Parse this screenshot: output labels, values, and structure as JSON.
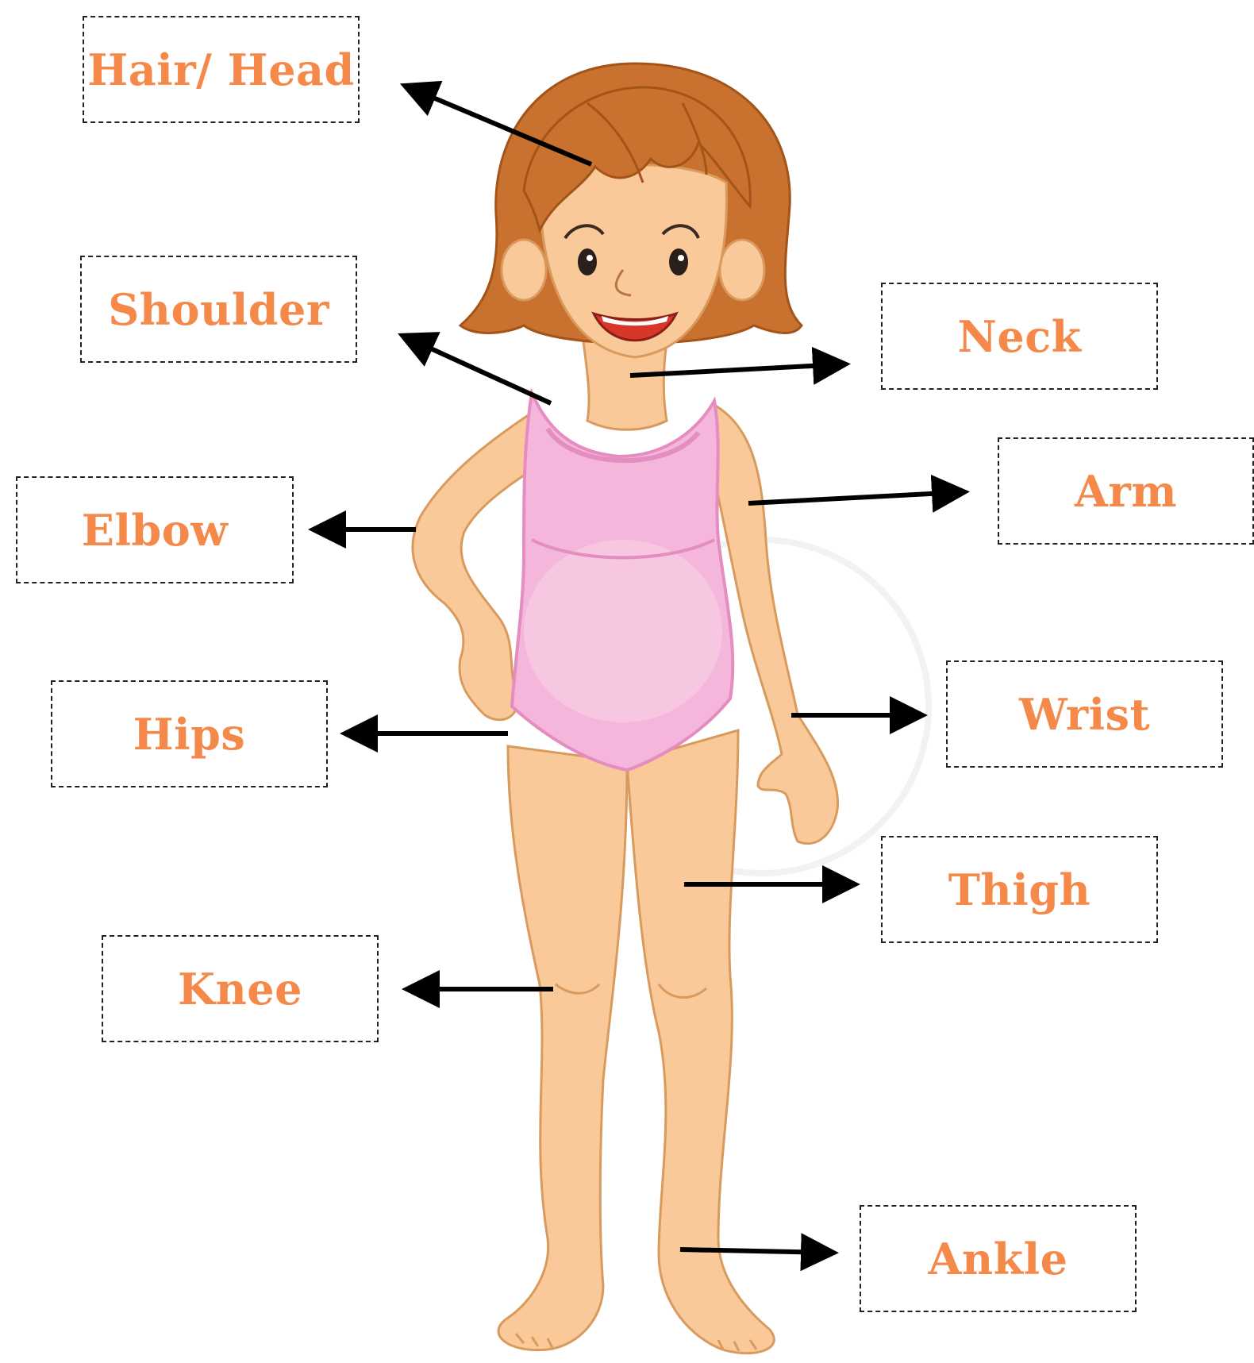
{
  "colors": {
    "label": "#F5894A",
    "hair": "#C9712E",
    "hair_dark": "#A35418",
    "skin": "#F9C99A",
    "skin_line": "#D99A5E",
    "swimsuit": "#F4B6DA",
    "swimsuit_light": "#F8D2E8",
    "swimsuit_line": "#E58CC0",
    "arrow": "#000000",
    "mouth": "#D9362A"
  },
  "labels": [
    {
      "id": "hair-head",
      "text": "Hair/ Head"
    },
    {
      "id": "shoulder",
      "text": "Shoulder"
    },
    {
      "id": "neck",
      "text": "Neck"
    },
    {
      "id": "arm",
      "text": "Arm"
    },
    {
      "id": "elbow",
      "text": "Elbow"
    },
    {
      "id": "hips",
      "text": "Hips"
    },
    {
      "id": "wrist",
      "text": "Wrist"
    },
    {
      "id": "thigh",
      "text": "Thigh"
    },
    {
      "id": "knee",
      "text": "Knee"
    },
    {
      "id": "ankle",
      "text": "Ankle"
    }
  ]
}
